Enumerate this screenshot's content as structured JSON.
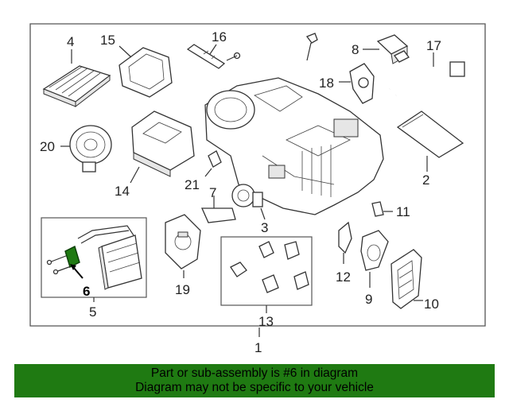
{
  "callouts": {
    "c1": "1",
    "c2": "2",
    "c3": "3",
    "c4": "4",
    "c5": "5",
    "c6": "6",
    "c7": "7",
    "c8": "8",
    "c9": "9",
    "c10": "10",
    "c11": "11",
    "c12": "12",
    "c13": "13",
    "c14": "14",
    "c15": "15",
    "c16": "16",
    "c17": "17",
    "c18": "18",
    "c19": "19",
    "c20": "20",
    "c21": "21"
  },
  "highlight": {
    "part": "6",
    "color": "#1f7a12"
  },
  "banner": {
    "line1": "Part or sub-assembly is #6 in diagram",
    "line2": "Diagram may not be specific to your vehicle",
    "background": "#1f7a12"
  }
}
